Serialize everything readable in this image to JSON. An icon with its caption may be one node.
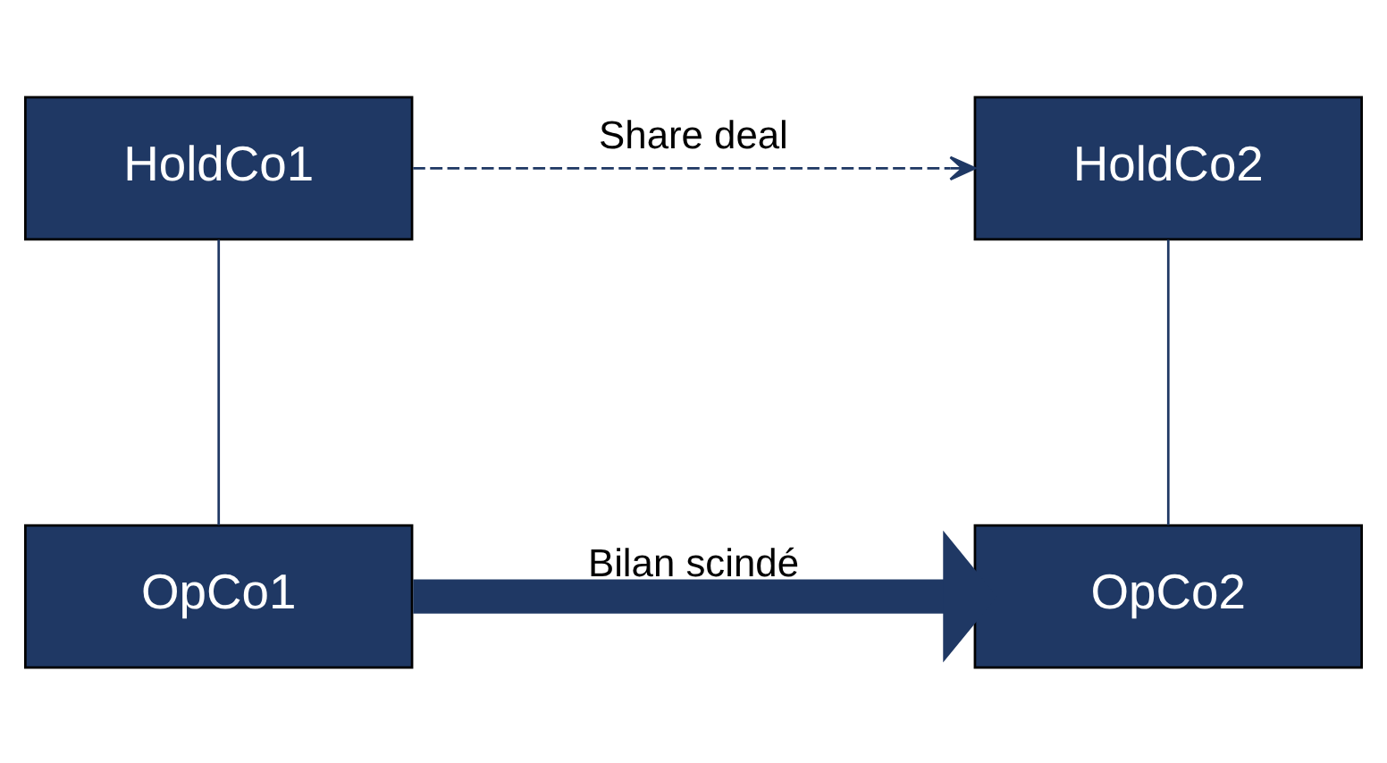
{
  "diagram": {
    "nodes": [
      {
        "text": [
          "HoldCo1"
        ]
      },
      {
        "text": [
          "HoldCo2"
        ]
      },
      {
        "text": [
          "OpCo1"
        ]
      },
      {
        "text": [
          "OpCo2"
        ]
      }
    ],
    "edges": [
      {
        "from": 0,
        "to": 1,
        "arrow": "to",
        "style": "dashed",
        "label": "Share deal"
      },
      {
        "from": 0,
        "to": 2,
        "arrow": "none"
      },
      {
        "from": 1,
        "to": 3,
        "arrow": "none"
      },
      {
        "from": 2,
        "to": 3,
        "arrow": "to",
        "style": "thick",
        "label": "Bilan scindé"
      }
    ]
  }
}
